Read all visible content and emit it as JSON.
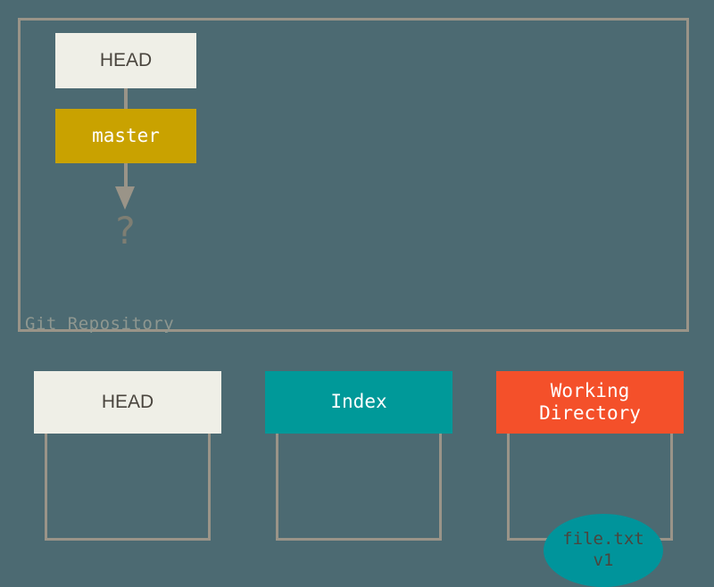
{
  "diagram": {
    "title": "Git staging areas diagram",
    "background_color": "#4c6a72",
    "frame_color": "#9a9488"
  },
  "repository": {
    "label": "Git Repository",
    "nodes": {
      "head": {
        "label": "HEAD",
        "fill": "#efefe7",
        "text_color": "#4a453e"
      },
      "master": {
        "label": "master",
        "fill": "#c9a200",
        "text_color": "#ffffff"
      },
      "unknown_commit": {
        "label": "?",
        "text_color": "#7e7e73"
      }
    },
    "connectors": {
      "head_to_master": "line",
      "master_to_unknown": "arrow-down"
    }
  },
  "areas": [
    {
      "key": "head",
      "header_label": "HEAD",
      "header_fill": "#efefe7",
      "header_text_color": "#4a453e",
      "contents": []
    },
    {
      "key": "index",
      "header_label": "Index",
      "header_fill": "#009999",
      "header_text_color": "#ffffff",
      "contents": []
    },
    {
      "key": "working_directory",
      "header_label_line1": "Working",
      "header_label_line2": "Directory",
      "header_fill": "#f4502a",
      "header_text_color": "#ffffff",
      "contents": [
        {
          "shape": "ellipse",
          "fill": "#00949b",
          "text_color": "#4a453e",
          "line1": "file.txt",
          "line2": "v1"
        }
      ]
    }
  ]
}
